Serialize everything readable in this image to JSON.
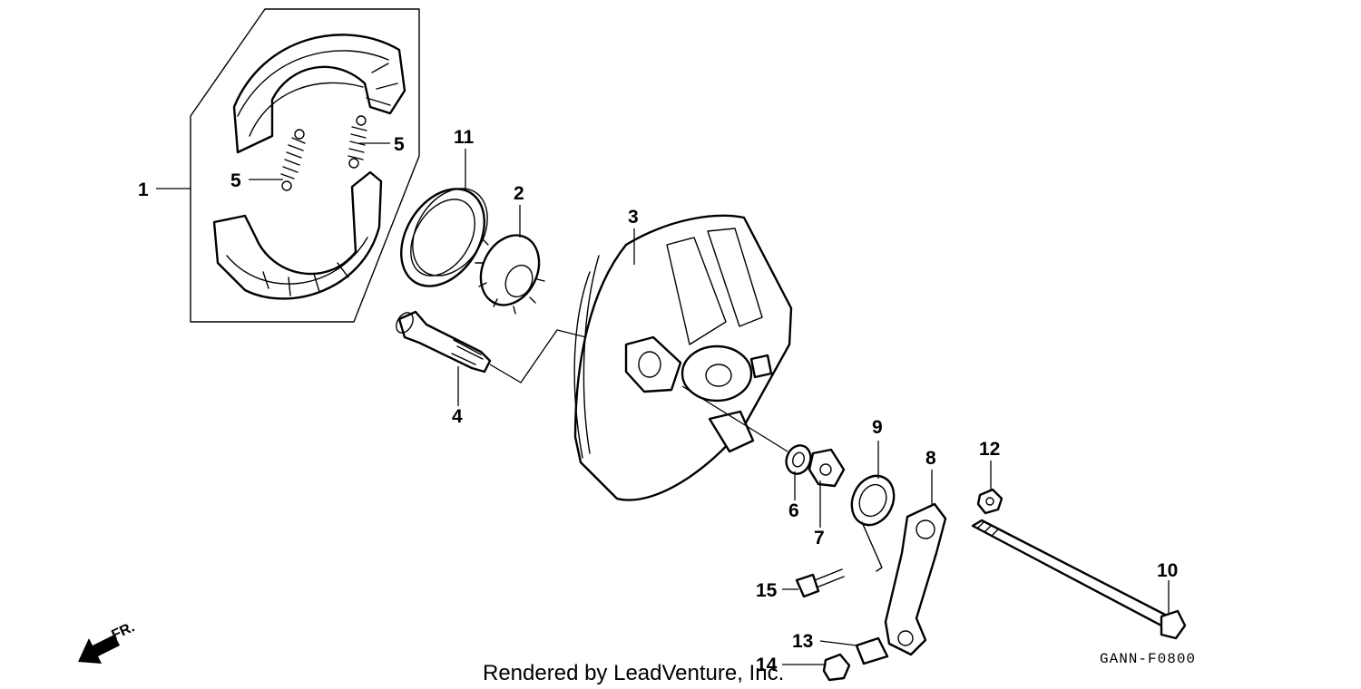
{
  "diagram": {
    "callouts": {
      "c1": "1",
      "c2": "2",
      "c3": "3",
      "c4": "4",
      "c5a": "5",
      "c5b": "5",
      "c6": "6",
      "c7": "7",
      "c8": "8",
      "c9": "9",
      "c10": "10",
      "c11": "11",
      "c12": "12",
      "c13": "13",
      "c14": "14",
      "c15": "15"
    },
    "direction_label": "FR.",
    "drawing_code": "GANN-F0800",
    "footer_text": "Rendered by LeadVenture, Inc."
  }
}
